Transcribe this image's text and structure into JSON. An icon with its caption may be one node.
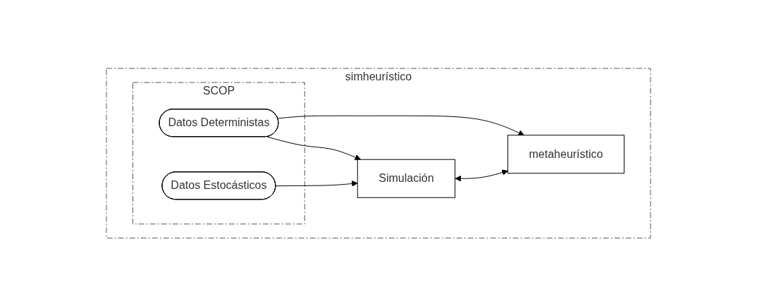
{
  "diagram": {
    "nodes": [
      {
        "text": [
          "simheurístico"
        ]
      },
      {
        "text": [
          "SCOP"
        ],
        "in": 0
      },
      {
        "text": [
          "Datos Deterministas"
        ],
        "in": 1
      },
      {
        "text": [
          "Datos Estocásticos"
        ],
        "in": 1
      },
      {
        "text": [
          "Simulación"
        ],
        "in": 0
      },
      {
        "text": [
          "metaheurístico"
        ],
        "in": 0
      }
    ],
    "edges": [
      {
        "from": 2,
        "to": 5,
        "arrow": "to"
      },
      {
        "from": 2,
        "to": 4,
        "arrow": "to"
      },
      {
        "from": 3,
        "to": 4,
        "arrow": "to"
      },
      {
        "from": 4,
        "to": 5,
        "arrow": "both"
      }
    ]
  }
}
